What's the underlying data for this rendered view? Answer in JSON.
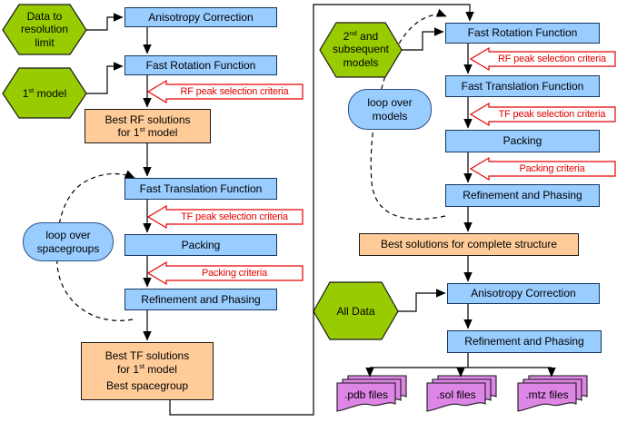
{
  "colors": {
    "process_blue": "#99ccff",
    "input_green": "#99cc00",
    "result_orange": "#ffcc99",
    "file_purple": "#dd86e6",
    "criteria_red": "#e60000",
    "line_black": "#000000"
  },
  "left": {
    "hex_data": {
      "l1": "Data to",
      "l2": "resolution",
      "l3": "limit"
    },
    "hex_model": {
      "pre": "1",
      "sup": "st",
      "rest": " model"
    },
    "anisotropy": "Anisotropy Correction",
    "rotation": "Fast Rotation Function",
    "rf_criteria": "RF peak selection criteria",
    "best_rf": {
      "l1": "Best RF solutions",
      "l2pre": "for 1",
      "l2sup": "st",
      "l2rest": " model"
    },
    "translation": "Fast Translation Function",
    "tf_criteria": "TF peak selection criteria",
    "packing": "Packing",
    "packing_criteria": "Packing criteria",
    "refinement": "Refinement and Phasing",
    "best_tf": {
      "l1": "Best TF solutions",
      "l2pre": "for 1",
      "l2sup": "st",
      "l2rest": " model",
      "l3": "Best spacegroup"
    },
    "loop": {
      "l1": "loop over",
      "l2": "spacegroups"
    }
  },
  "right": {
    "hex_models": {
      "l1pre": "2",
      "l1sup": "nd",
      "l1rest": " and",
      "l2": "subsequent",
      "l3": "models"
    },
    "loop": {
      "l1": "loop over",
      "l2": "models"
    },
    "rotation": "Fast Rotation Function",
    "rf_criteria": "RF peak selection criteria",
    "translation": "Fast Translation Function",
    "tf_criteria": "TF peak selection criteria",
    "packing": "Packing",
    "packing_criteria": "Packing criteria",
    "refinement": "Refinement and Phasing",
    "best_solutions": "Best solutions for complete structure",
    "hex_alldata": "All Data",
    "anisotropy": "Anisotropy Correction",
    "refinement2": "Refinement and Phasing"
  },
  "outputs": {
    "pdb": ".pdb files",
    "sol": ".sol files",
    "mtz": ".mtz files"
  }
}
